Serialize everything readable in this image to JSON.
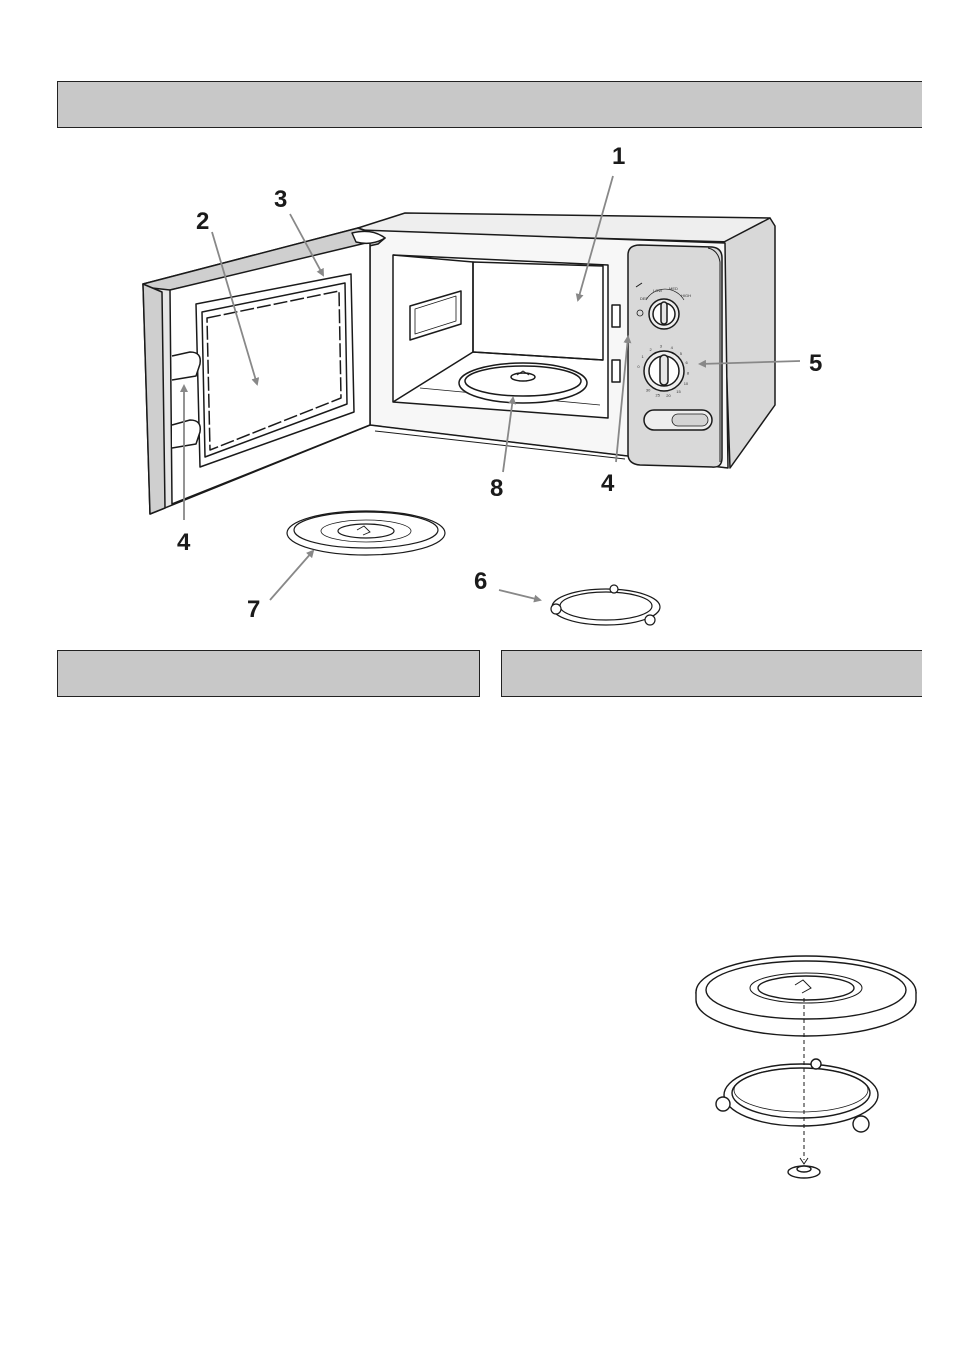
{
  "callouts": {
    "c1": "1",
    "c2": "2",
    "c3": "3",
    "c4_door": "4",
    "c4_cavity": "4",
    "c5": "5",
    "c6": "6",
    "c7": "7",
    "c8": "8"
  },
  "control_panel": {
    "power_dial_marks": [
      "DEF",
      "LOW",
      "MED",
      "HIGH"
    ],
    "timer_dial_marks": [
      "0",
      "1",
      "2",
      "3",
      "4",
      "5",
      "6",
      "8",
      "10",
      "15",
      "20",
      "25",
      "30"
    ]
  },
  "colors": {
    "section_bar": "#c8c8c8",
    "line": "#1a1a1a",
    "callout_arrow": "#888888"
  },
  "icons": [
    "microwave-illustration",
    "glass-turntable-icon",
    "roller-ring-icon",
    "turntable-assembly-icon"
  ]
}
